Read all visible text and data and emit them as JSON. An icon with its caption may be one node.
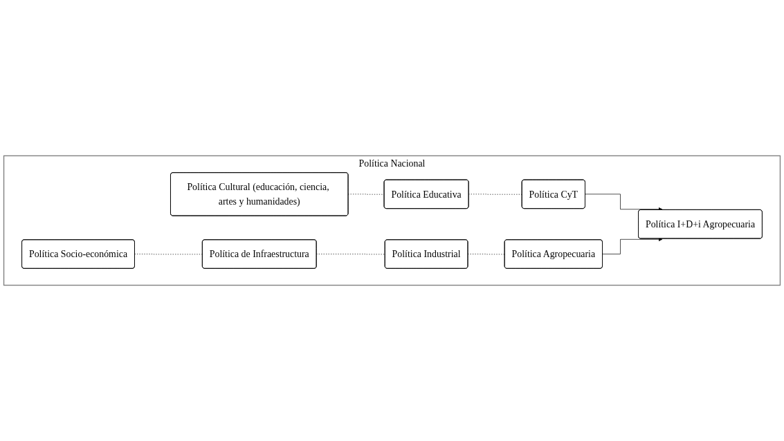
{
  "diagram": {
    "nodes": [
      {
        "text": [
          "Política Nacional"
        ]
      },
      {
        "text": [
          "Política Cultural (educación, ciencia, artes y humanidades)"
        ],
        "in": 0
      },
      {
        "text": [
          "Política Socio-económica"
        ],
        "in": 0
      },
      {
        "text": [
          "Política Educativa"
        ],
        "in": 0
      },
      {
        "text": [
          "Política de Infraestructura"
        ],
        "in": 0
      },
      {
        "text": [
          "Política CyT"
        ],
        "in": 0
      },
      {
        "text": [
          "Política Industrial"
        ],
        "in": 0
      },
      {
        "text": [
          "Política Agropecuaria"
        ],
        "in": 0
      },
      {
        "text": [
          "Política I+D+i Agropecuaria"
        ],
        "in": 0
      }
    ],
    "edges": [
      {
        "from": 1,
        "to": 3,
        "arrow": "none",
        "style": "dashed"
      },
      {
        "from": 3,
        "to": 5,
        "arrow": "none",
        "style": "dashed"
      },
      {
        "from": 2,
        "to": 4,
        "arrow": "none",
        "style": "dashed"
      },
      {
        "from": 4,
        "to": 6,
        "arrow": "none",
        "style": "dashed"
      },
      {
        "from": 6,
        "to": 7,
        "arrow": "none",
        "style": "dashed"
      },
      {
        "from": 5,
        "to": 8,
        "arrow": "to"
      },
      {
        "from": 7,
        "to": 8,
        "arrow": "to"
      }
    ]
  }
}
